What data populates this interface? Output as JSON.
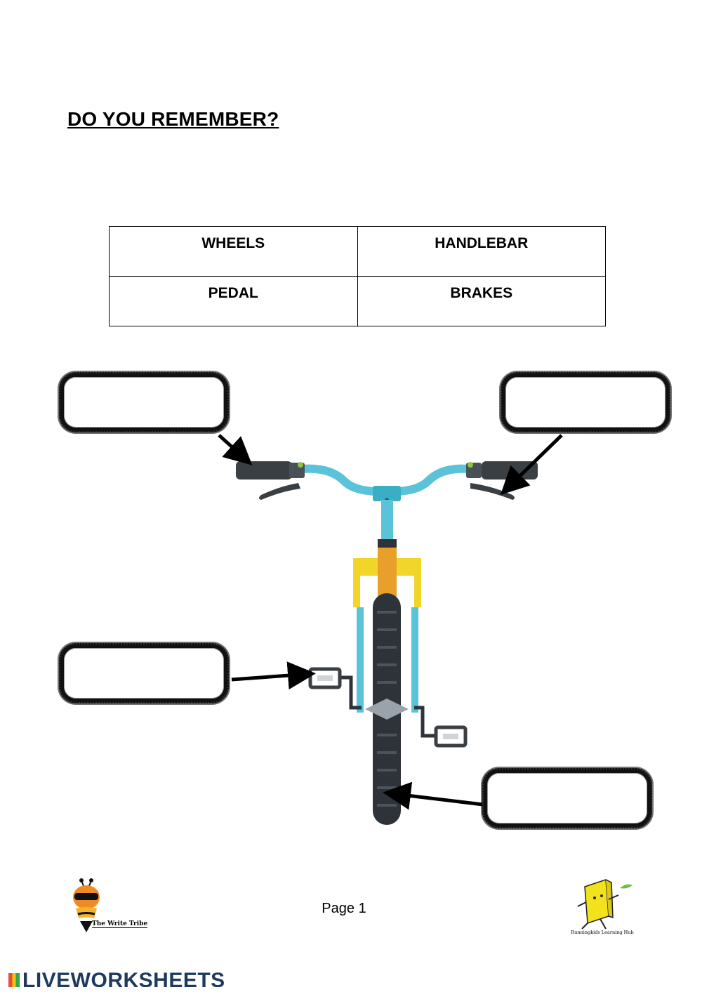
{
  "worksheet": {
    "title": "DO YOU REMEMBER?",
    "word_bank": [
      [
        "WHEELS",
        "HANDLEBAR"
      ],
      [
        "PEDAL",
        "BRAKES"
      ]
    ],
    "answer_boxes": [
      {
        "target": "left-brake-lever",
        "value": ""
      },
      {
        "target": "right-brake-lever",
        "value": ""
      },
      {
        "target": "pedal",
        "value": ""
      },
      {
        "target": "wheel",
        "value": ""
      }
    ]
  },
  "footer": {
    "page": "Page 1",
    "left_logo_text": "The Write Tribe",
    "right_logo_text": "Runningkids Learning Hub",
    "brand": "LIVEWORKSHEETS"
  },
  "colors": {
    "frame": "#5bc3d9",
    "fork": "#f2d52a",
    "stem": "#e8a02a",
    "tire": "#2d3339",
    "grip": "#3a3f44"
  }
}
